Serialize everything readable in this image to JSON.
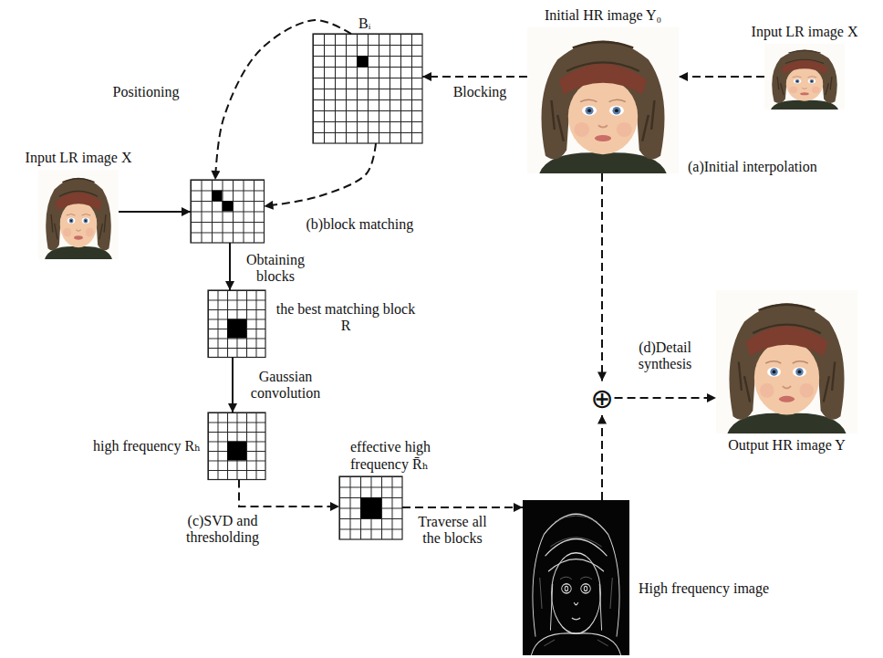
{
  "diagram": {
    "nodes": [
      {
        "text": [
          "Input LR image X"
        ]
      },
      {
        "text": [
          "Initial HR image Y₀"
        ]
      },
      {
        "text": [
          "Bᵢ"
        ]
      },
      {
        "text": [
          "Input LR image X"
        ]
      },
      {
        "text": [
          "(b)block matching"
        ]
      },
      {
        "text": [
          "the best matching block R"
        ]
      },
      {
        "text": [
          "high frequency Rₕ"
        ]
      },
      {
        "text": [
          "effective high frequency R̄ₕ"
        ]
      },
      {
        "text": [
          "High frequency image"
        ]
      },
      {
        "text": [
          "⊕"
        ]
      },
      {
        "text": [
          "Output HR image Y"
        ]
      }
    ],
    "edges": [
      {
        "from": 0,
        "to": 1,
        "arrow": "to"
      },
      {
        "from": 1,
        "to": 2,
        "label": "Blocking",
        "arrow": "to"
      },
      {
        "from": 2,
        "to": 4,
        "label": "Positioning",
        "arrow": "to"
      },
      {
        "from": 2,
        "to": 4,
        "arrow": "to"
      },
      {
        "from": 3,
        "to": 4,
        "arrow": "to"
      },
      {
        "from": 4,
        "to": 5,
        "label": "Obtaining blocks",
        "arrow": "to"
      },
      {
        "from": 5,
        "to": 6,
        "label": "Gaussian convolution",
        "arrow": "to"
      },
      {
        "from": 6,
        "to": 7,
        "label": "(c)SVD and thresholding",
        "arrow": "to"
      },
      {
        "from": 7,
        "to": 8,
        "label": "Traverse all the blocks",
        "arrow": "to"
      },
      {
        "from": 1,
        "to": 9,
        "arrow": "to"
      },
      {
        "from": 8,
        "to": 9,
        "arrow": "to"
      },
      {
        "from": 9,
        "to": 10,
        "label": "(d)Detail synthesis",
        "arrow": "to"
      }
    ],
    "labels": [
      "(a)Initial interpolation"
    ]
  }
}
